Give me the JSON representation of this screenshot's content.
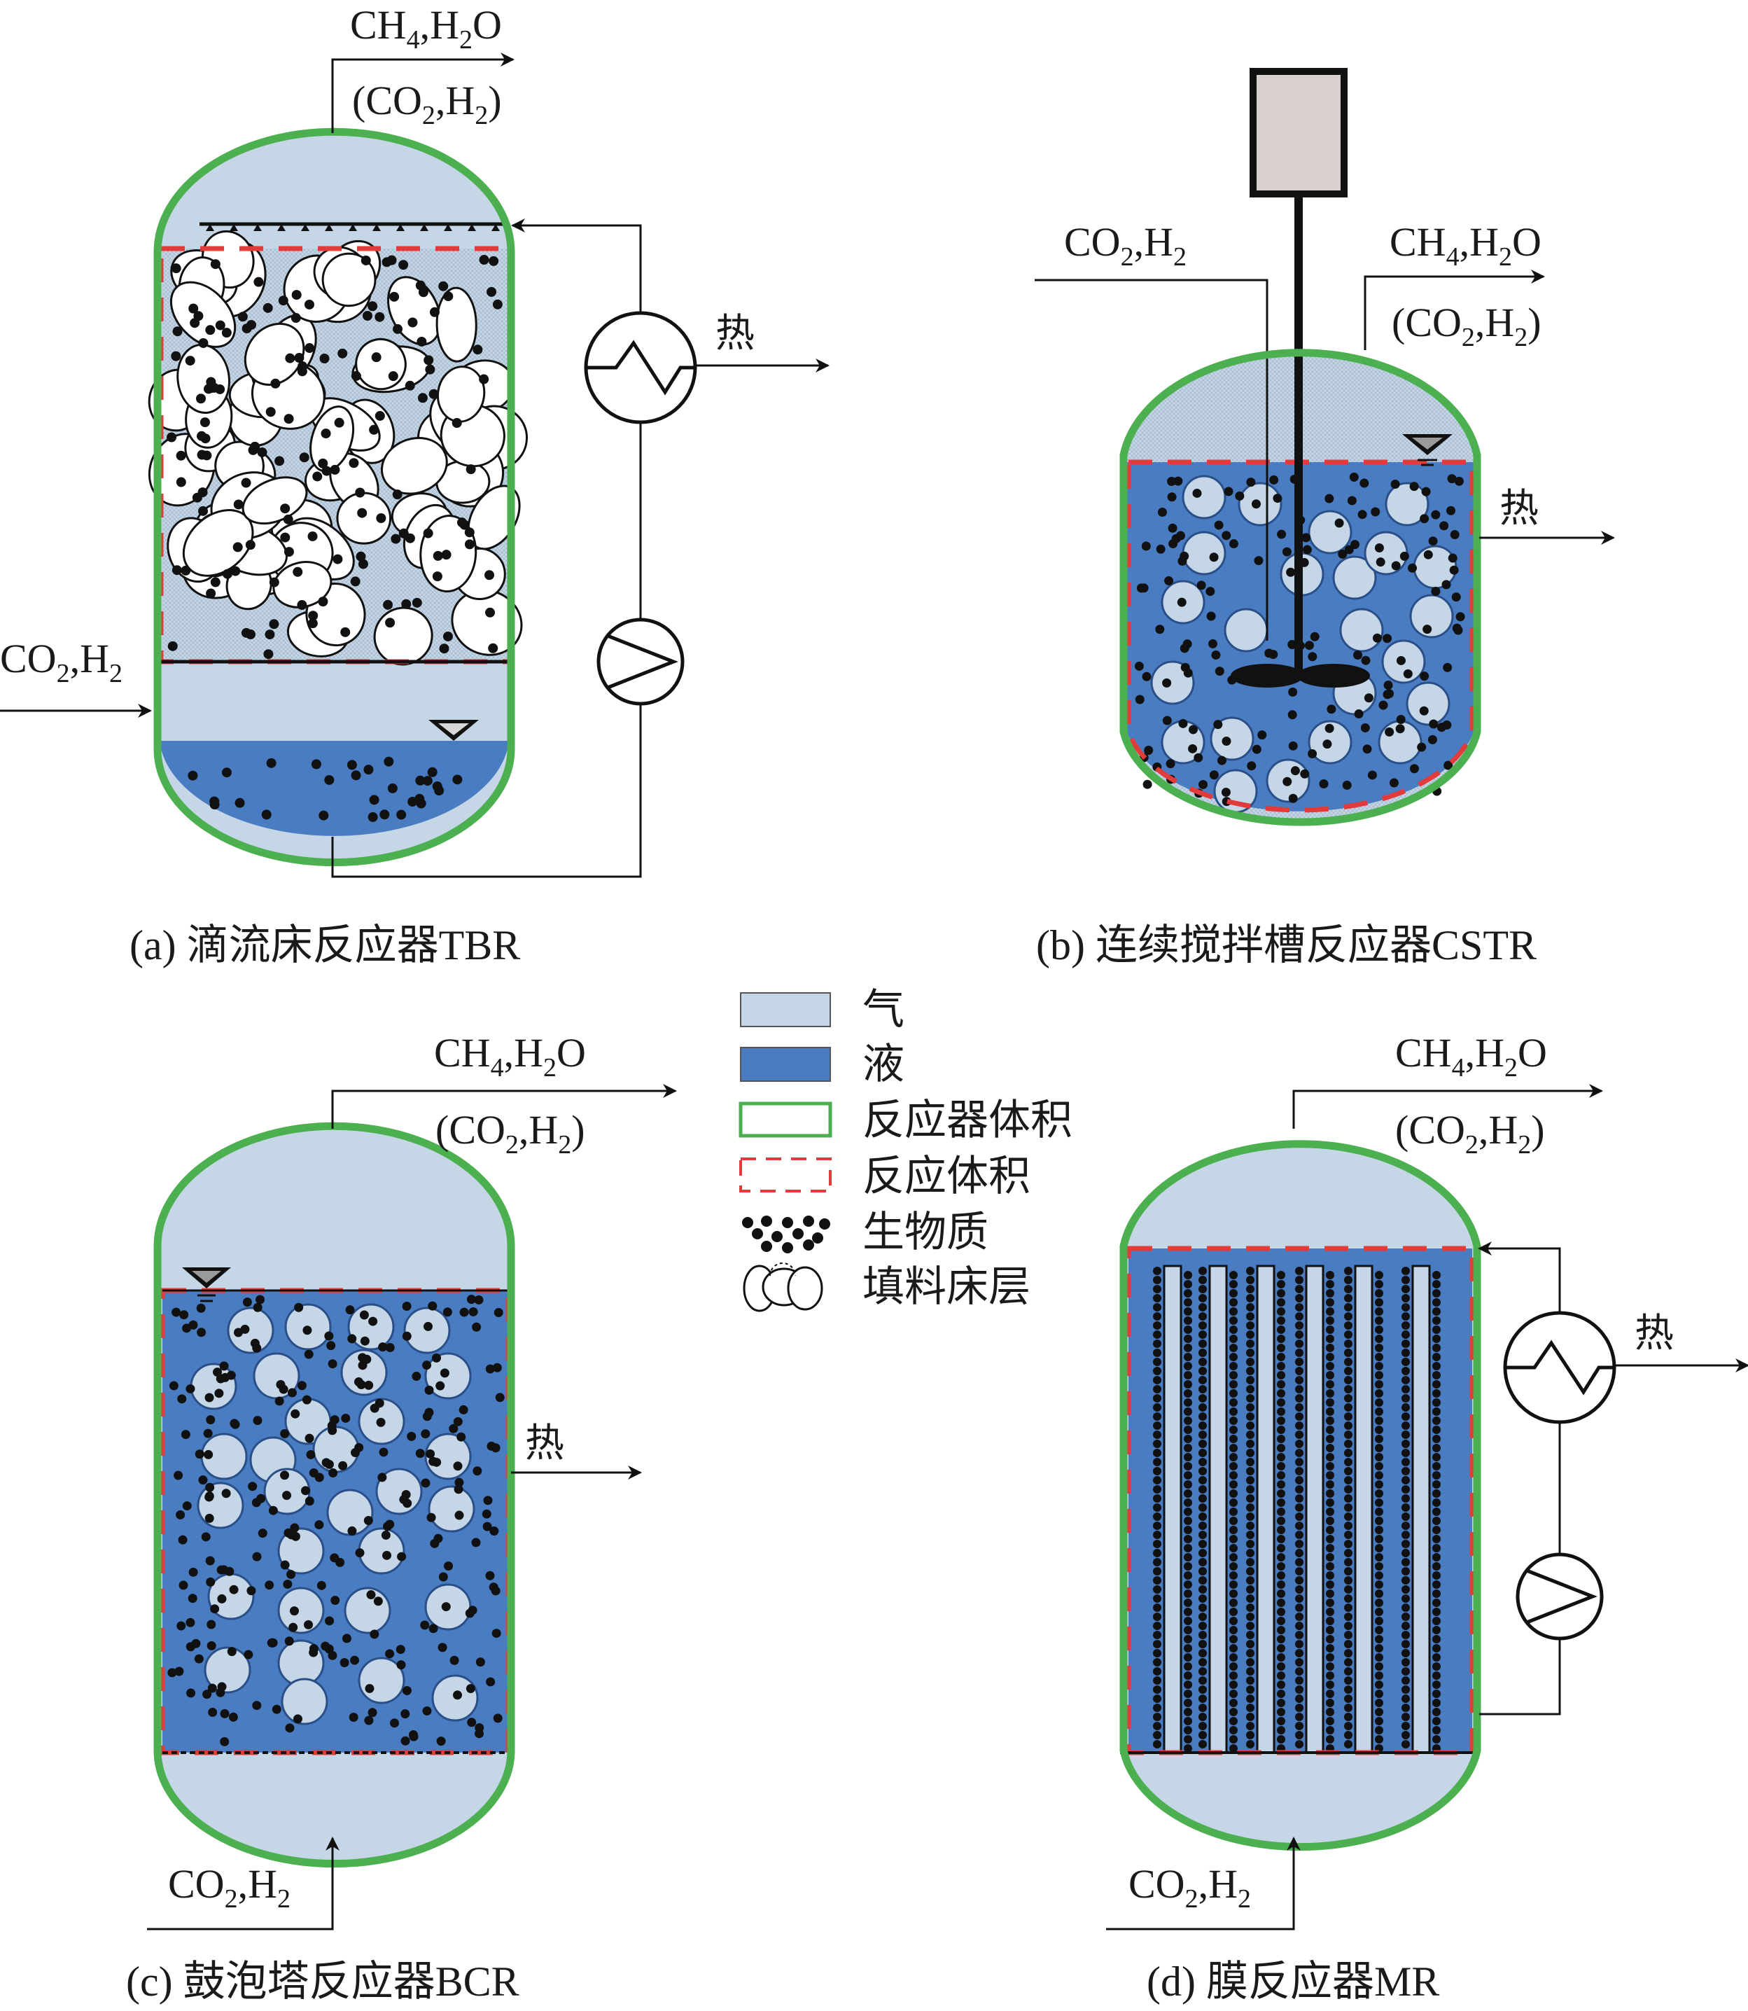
{
  "colors": {
    "gas": "#c5d6e6",
    "liquid": "#4a7cc2",
    "reactor_wall": "#4caf50",
    "reaction_volume": "#e23b3b",
    "biomass": "#111111",
    "packing": "#ffffff",
    "pump_exchanger": "#ffffff",
    "motor": "#d8cfcf"
  },
  "labels": {
    "in_main": "CO",
    "in_mid": ",H",
    "sub2": "2",
    "sub4": "4",
    "out_ch": "CH",
    "out_h": ",H",
    "out_o": "O",
    "paren_open": "(CO",
    "paren_close": ")",
    "heat": "热"
  },
  "panels": [
    {
      "id": "a",
      "caption": "(a) 滴流床反应器TBR"
    },
    {
      "id": "b",
      "caption": "(b) 连续搅拌槽反应器CSTR"
    },
    {
      "id": "c",
      "caption": "(c) 鼓泡塔反应器BCR"
    },
    {
      "id": "d",
      "caption": "(d) 膜反应器MR"
    }
  ],
  "legend": [
    {
      "key": "gas",
      "label": "气"
    },
    {
      "key": "liquid",
      "label": "液"
    },
    {
      "key": "reactor_wall",
      "label": "反应器体积"
    },
    {
      "key": "reaction_volume",
      "label": "反应体积"
    },
    {
      "key": "biomass",
      "label": "生物质"
    },
    {
      "key": "packing",
      "label": "填料床层"
    }
  ]
}
